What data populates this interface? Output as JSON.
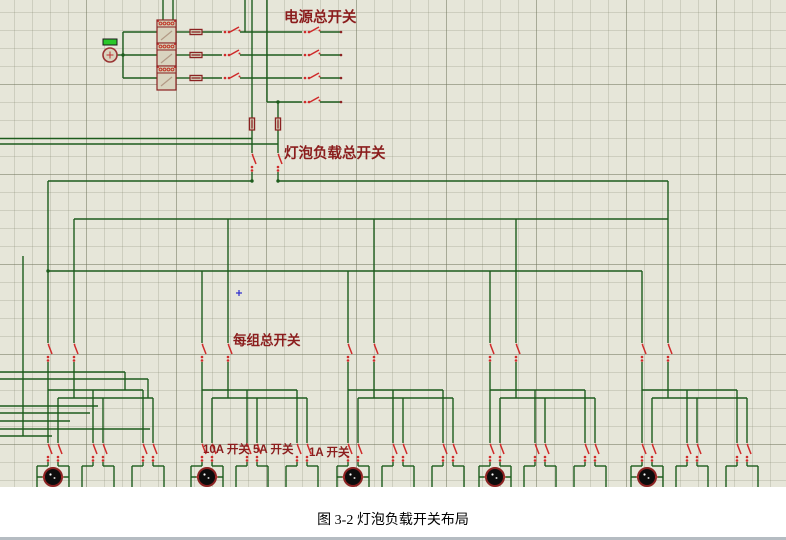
{
  "figure": {
    "caption": "图 3-2 灯泡负载开关布局"
  },
  "schematic": {
    "labels": {
      "power_main_switch": "电源总开关",
      "lamp_load_main_switch": "灯泡负载总开关",
      "group_main_switch": "每组总开关",
      "switch_10a": "10A 开关",
      "switch_5a": "5A 开关",
      "switch_1a": "1A 开关"
    },
    "colors": {
      "canvas_background": "#e6e6d9",
      "wire_green": "#1d5c1d",
      "switch_red": "#cf2a2a",
      "component_outline": "#8b2222",
      "label_red": "#8b1d1d",
      "caption_black": "#000000",
      "led_green": "#29c829"
    },
    "counts": {
      "transformers": 3,
      "horizontal_fuses": 3,
      "vertical_fuses": 2,
      "lamps": 5,
      "switch_groups": 5,
      "load_switch_pairs_per_group": 3
    }
  }
}
